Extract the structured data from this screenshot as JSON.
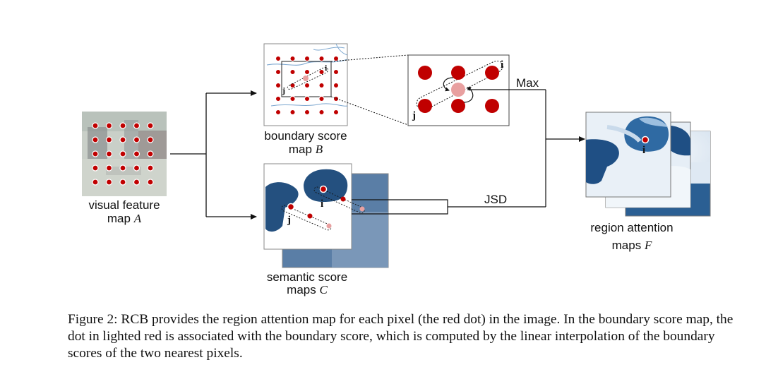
{
  "labels": {
    "visual_feature_line1": "visual feature",
    "visual_feature_line2": "map",
    "visual_feature_sym": "A",
    "boundary_line1": "boundary score",
    "boundary_line2": "map",
    "boundary_sym": "B",
    "semantic_line1": "semantic score",
    "semantic_line2": "maps",
    "semantic_sym": "C",
    "region_line1": "region attention",
    "region_line2": "maps",
    "region_sym": "F",
    "max_label": "Max",
    "jsd_label": "JSD",
    "pixel_i": "i",
    "pixel_j": "j"
  },
  "caption": "Figure 2: RCB provides the region attention map for each pixel (the red dot) in the image. In the boundary score map, the dot in lighted red is associated with the boundary score, which is computed by the linear interpolation of the boundary scores of the two nearest pixels.",
  "colors": {
    "dot_red": "#c00000",
    "dot_light_red": "#e8a0a0",
    "semantic_blue": "#2d5a8e",
    "attention_blue": "#3a70a8"
  }
}
